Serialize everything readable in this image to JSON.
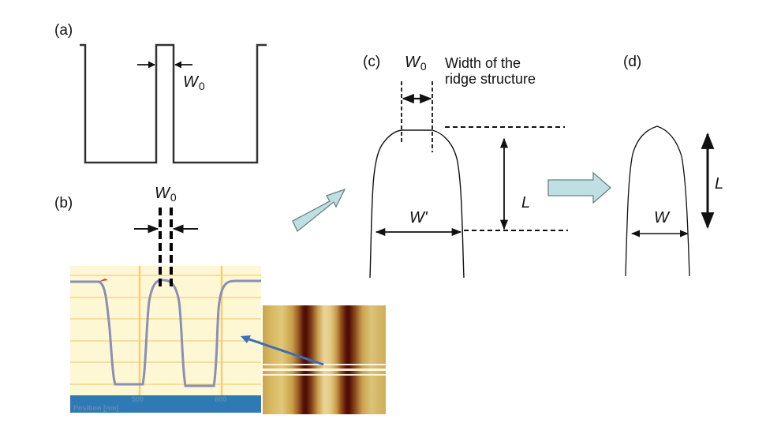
{
  "panels": {
    "a": {
      "label": "(a)",
      "width_symbol": "W",
      "width_subscript": "0"
    },
    "b": {
      "label": "(b)",
      "width_symbol": "W",
      "width_subscript": "0",
      "profile_plot": {
        "x_ticks": [
          "500",
          "600"
        ],
        "x_axis_label": "Position [nm]"
      },
      "afm_image": "afm-topography-image"
    },
    "c": {
      "label": "(c)",
      "width_symbol": "W",
      "width_subscript": "0",
      "description_line1": "Width of the",
      "description_line2": "ridge structure",
      "base_width_label": "W'",
      "length_label": "L"
    },
    "d": {
      "label": "(d)",
      "width_label": "W",
      "length_label": "L"
    }
  },
  "colors": {
    "line": "#222222",
    "arrow_fill": "#bfe0e3",
    "arrow_stroke": "#6a7f84",
    "plot_background": "#fdf7d4",
    "plot_grid": "#f2cf7a",
    "profile_line": "#8a8fb5",
    "axis_bar": "#2f79b5",
    "pointer_arrow": "#3f6db5"
  }
}
